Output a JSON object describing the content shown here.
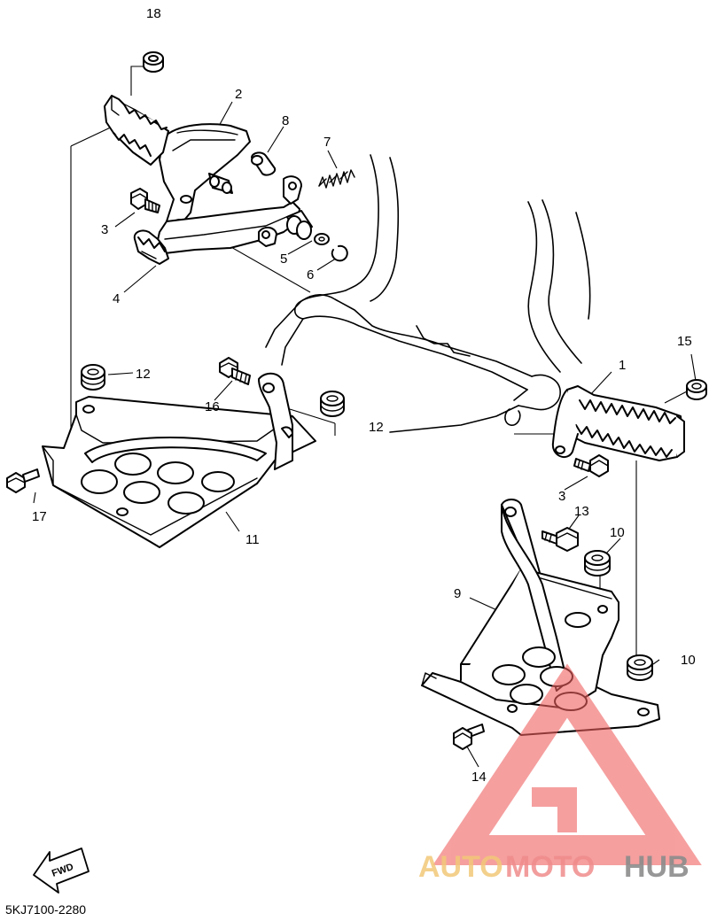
{
  "diagram": {
    "part_code": "5KJ7100-2280",
    "fwd_label": "FWD",
    "callouts": {
      "c1": "1",
      "c2": "2",
      "c3a": "3",
      "c3b": "3",
      "c4": "4",
      "c5": "5",
      "c6": "6",
      "c7": "7",
      "c8": "8",
      "c9": "9",
      "c10a": "10",
      "c10b": "10",
      "c11": "11",
      "c12a": "12",
      "c12b": "12",
      "c13": "13",
      "c14": "14",
      "c15": "15",
      "c16": "16",
      "c17": "17",
      "c18": "18"
    }
  },
  "watermark": {
    "text_a": "AUTO",
    "text_b": "MOTO",
    "text_c": "HUB",
    "colors": {
      "auto": "#f2c879",
      "moto": "#f08c8c",
      "hub": "#8c8c8c",
      "logo": "#f06060"
    }
  }
}
